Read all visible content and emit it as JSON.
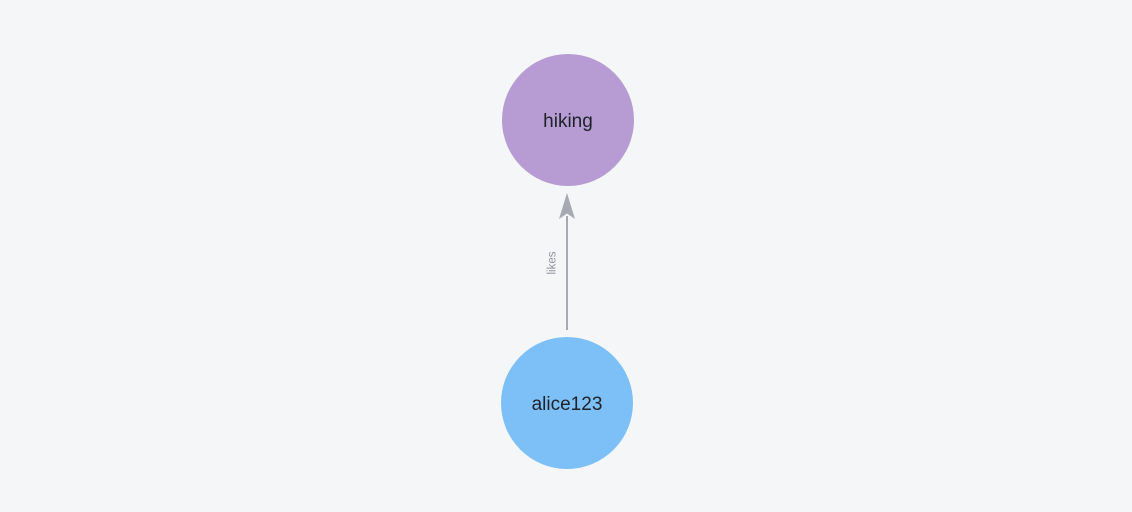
{
  "app": {
    "background": "#f5f6f7"
  },
  "graph": {
    "nodes": [
      {
        "label": "hiking",
        "color": "#b69cd2",
        "text_color": "#1f2228"
      },
      {
        "label": "alice123",
        "color": "#7dc0f7",
        "text_color": "#1f2228"
      }
    ],
    "edge": {
      "from": "alice123",
      "to": "hiking",
      "label": "likes",
      "color": "#a7aab5",
      "label_color": "#8f939e"
    }
  }
}
